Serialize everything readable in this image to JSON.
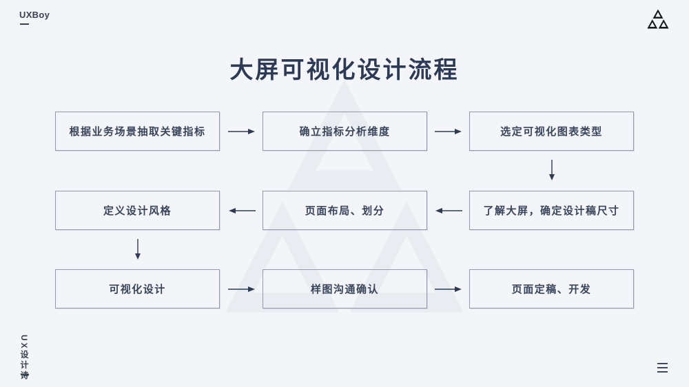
{
  "brand": {
    "logo_text": "UXBoy",
    "vertical_text": "UX设计诗"
  },
  "page": {
    "title": "大屏可视化设计流程"
  },
  "flow": {
    "rows": [
      {
        "direction": "right",
        "boxes": [
          "根据业务场景抽取关键指标",
          "确立指标分析维度",
          "选定可视化图表类型"
        ]
      },
      {
        "direction": "left",
        "boxes": [
          "定义设计风格",
          "页面布局、划分",
          "了解大屏，确定设计稿尺寸"
        ]
      },
      {
        "direction": "right",
        "boxes": [
          "可视化设计",
          "样图沟通确认",
          "页面定稿、开发"
        ]
      }
    ],
    "down_connectors": [
      {
        "from": "选定可视化图表类型",
        "to": "了解大屏，确定设计稿尺寸"
      },
      {
        "from": "定义设计风格",
        "to": "可视化设计"
      }
    ]
  },
  "icons": {
    "brand_logo": "triforce-triangle-icon",
    "watermark": "triforce-triangle-watermark",
    "menu": "hamburger-menu-icon"
  },
  "colors": {
    "background": "#f3f5f8",
    "watermark": "#e9edf2",
    "box_border": "#9099ad",
    "box_text": "#3a455c",
    "title": "#2d3a55",
    "ink": "#16181d"
  }
}
